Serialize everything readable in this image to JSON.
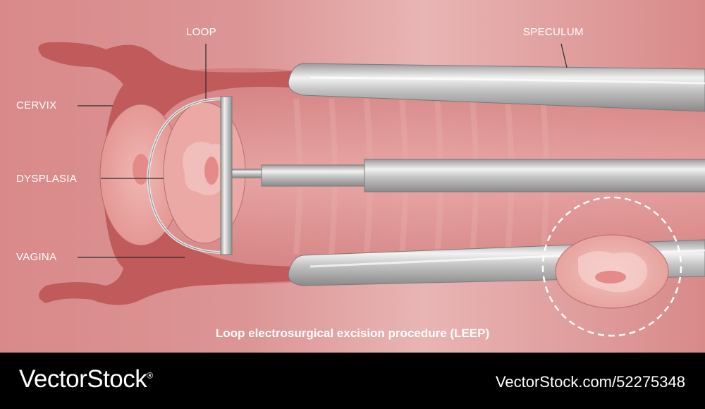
{
  "labels": {
    "loop": "LOOP",
    "speculum": "SPECULUM",
    "cervix": "CERVIX",
    "dysplasia": "DYSPLASIA",
    "vagina": "VAGINA"
  },
  "caption": "Loop electrosurgical excision procedure (LEEP)",
  "footer": {
    "brand": "VectorStock",
    "brand_mark": "®",
    "stock_id": "VectorStock.com/52275348"
  },
  "colors": {
    "background": "#d98c8a",
    "tissue_dark": "#c05a5b",
    "metal": "#c8c8c8",
    "footer": "#000000"
  }
}
